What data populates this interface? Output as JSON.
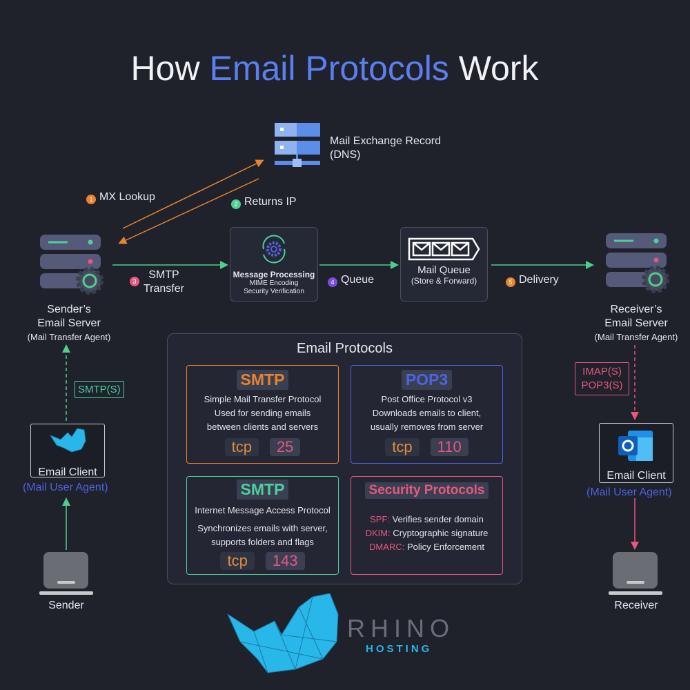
{
  "title": {
    "pre": "How ",
    "highlight": "Email Protocols",
    "post": " Work"
  },
  "dns": {
    "line1": "Mail Exchange Record",
    "line2": "(DNS)"
  },
  "steps": [
    {
      "num": "1",
      "label": "MX Lookup",
      "color": "#e8832e"
    },
    {
      "num": "2",
      "label": "Returns IP",
      "color": "#4dd08f"
    },
    {
      "num": "3",
      "label": "SMTP",
      "label2": "Transfer",
      "color": "#e8577f"
    },
    {
      "num": "4",
      "label": "Queue",
      "color": "#7a4de0"
    },
    {
      "num": "5",
      "label": "Delivery",
      "color": "#e8832e"
    }
  ],
  "sender_server": {
    "line1": "Sender’s",
    "line2": "Email Server",
    "sub": "(Mail Transfer Agent)"
  },
  "receiver_server": {
    "line1": "Receiver’s",
    "line2": "Email Server",
    "sub": "(Mail Transfer Agent)"
  },
  "processing": {
    "title": "Message Processing",
    "line1": "MIME Encoding",
    "line2": "Security Verification"
  },
  "queue": {
    "title": "Mail Queue",
    "sub": "(Store & Forward)"
  },
  "panel": {
    "title": "Email Protocols",
    "cards": [
      {
        "tag": "SMTP",
        "name": "Simple Mail Transfer Protocol",
        "desc1": "Used for sending emails",
        "desc2": "between clients and servers",
        "proto": "tcp",
        "port": "25",
        "color": "#e8832e"
      },
      {
        "tag": "POP3",
        "name": "Post Office Protocol v3",
        "desc1": "Downloads emails to client,",
        "desc2": "usually removes from server",
        "proto": "tcp",
        "port": "110",
        "color": "#4f63e0"
      },
      {
        "tag": "SMTP",
        "name": "Internet Message Access Protocol",
        "desc1": "Synchronizes emails with server,",
        "desc2": "supports folders and flags",
        "proto": "tcp",
        "port": "143",
        "color": "#4dd0a0"
      }
    ],
    "security": {
      "tag": "Security Protocols",
      "items": [
        {
          "key": "SPF:",
          "val": "Verifies sender domain"
        },
        {
          "key": "DKIM:",
          "val": "Cryptographic signature"
        },
        {
          "key": "DMARC:",
          "val": "Policy Enforcement"
        }
      ]
    }
  },
  "left": {
    "badge": "SMTP(S)",
    "client": "Email Client",
    "agent": "(Mail User Agent)",
    "person": "Sender",
    "logo_text": "RHINO HOSTING"
  },
  "right": {
    "badge1": "IMAP(S)",
    "badge2": "POP3(S)",
    "client": "Email Client",
    "agent": "(Mail User Agent)",
    "person": "Receiver"
  },
  "logo": {
    "name": "RHINO",
    "sub": "HOSTING"
  }
}
